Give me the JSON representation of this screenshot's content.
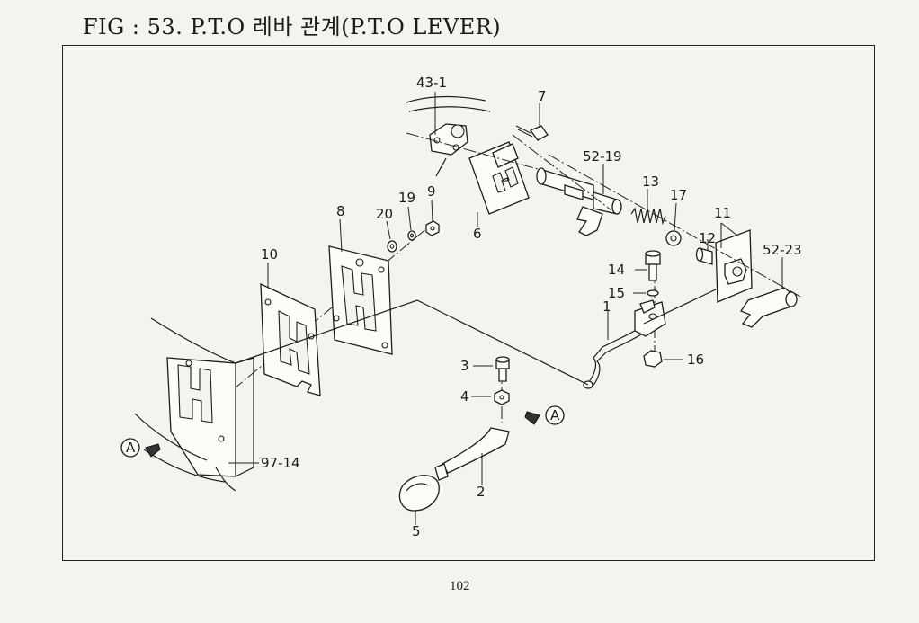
{
  "header": {
    "title": "FIG : 53. P.T.O 레바 관계(P.T.O LEVER)"
  },
  "footer": {
    "page_number": "102"
  },
  "diagram": {
    "callouts": {
      "p43_1": "43-1",
      "p7": "7",
      "p52_19": "52-19",
      "p13": "13",
      "p17": "17",
      "p11": "11",
      "p12": "12",
      "p52_23": "52-23",
      "p6": "6",
      "p8": "8",
      "p20": "20",
      "p19": "19",
      "p9": "9",
      "p10": "10",
      "p14": "14",
      "p15": "15",
      "p1": "1",
      "p16": "16",
      "p3": "3",
      "p4": "4",
      "p2": "2",
      "p5": "5",
      "p97_14": "97-14",
      "view_a_left": "A",
      "view_a_right": "A"
    }
  }
}
